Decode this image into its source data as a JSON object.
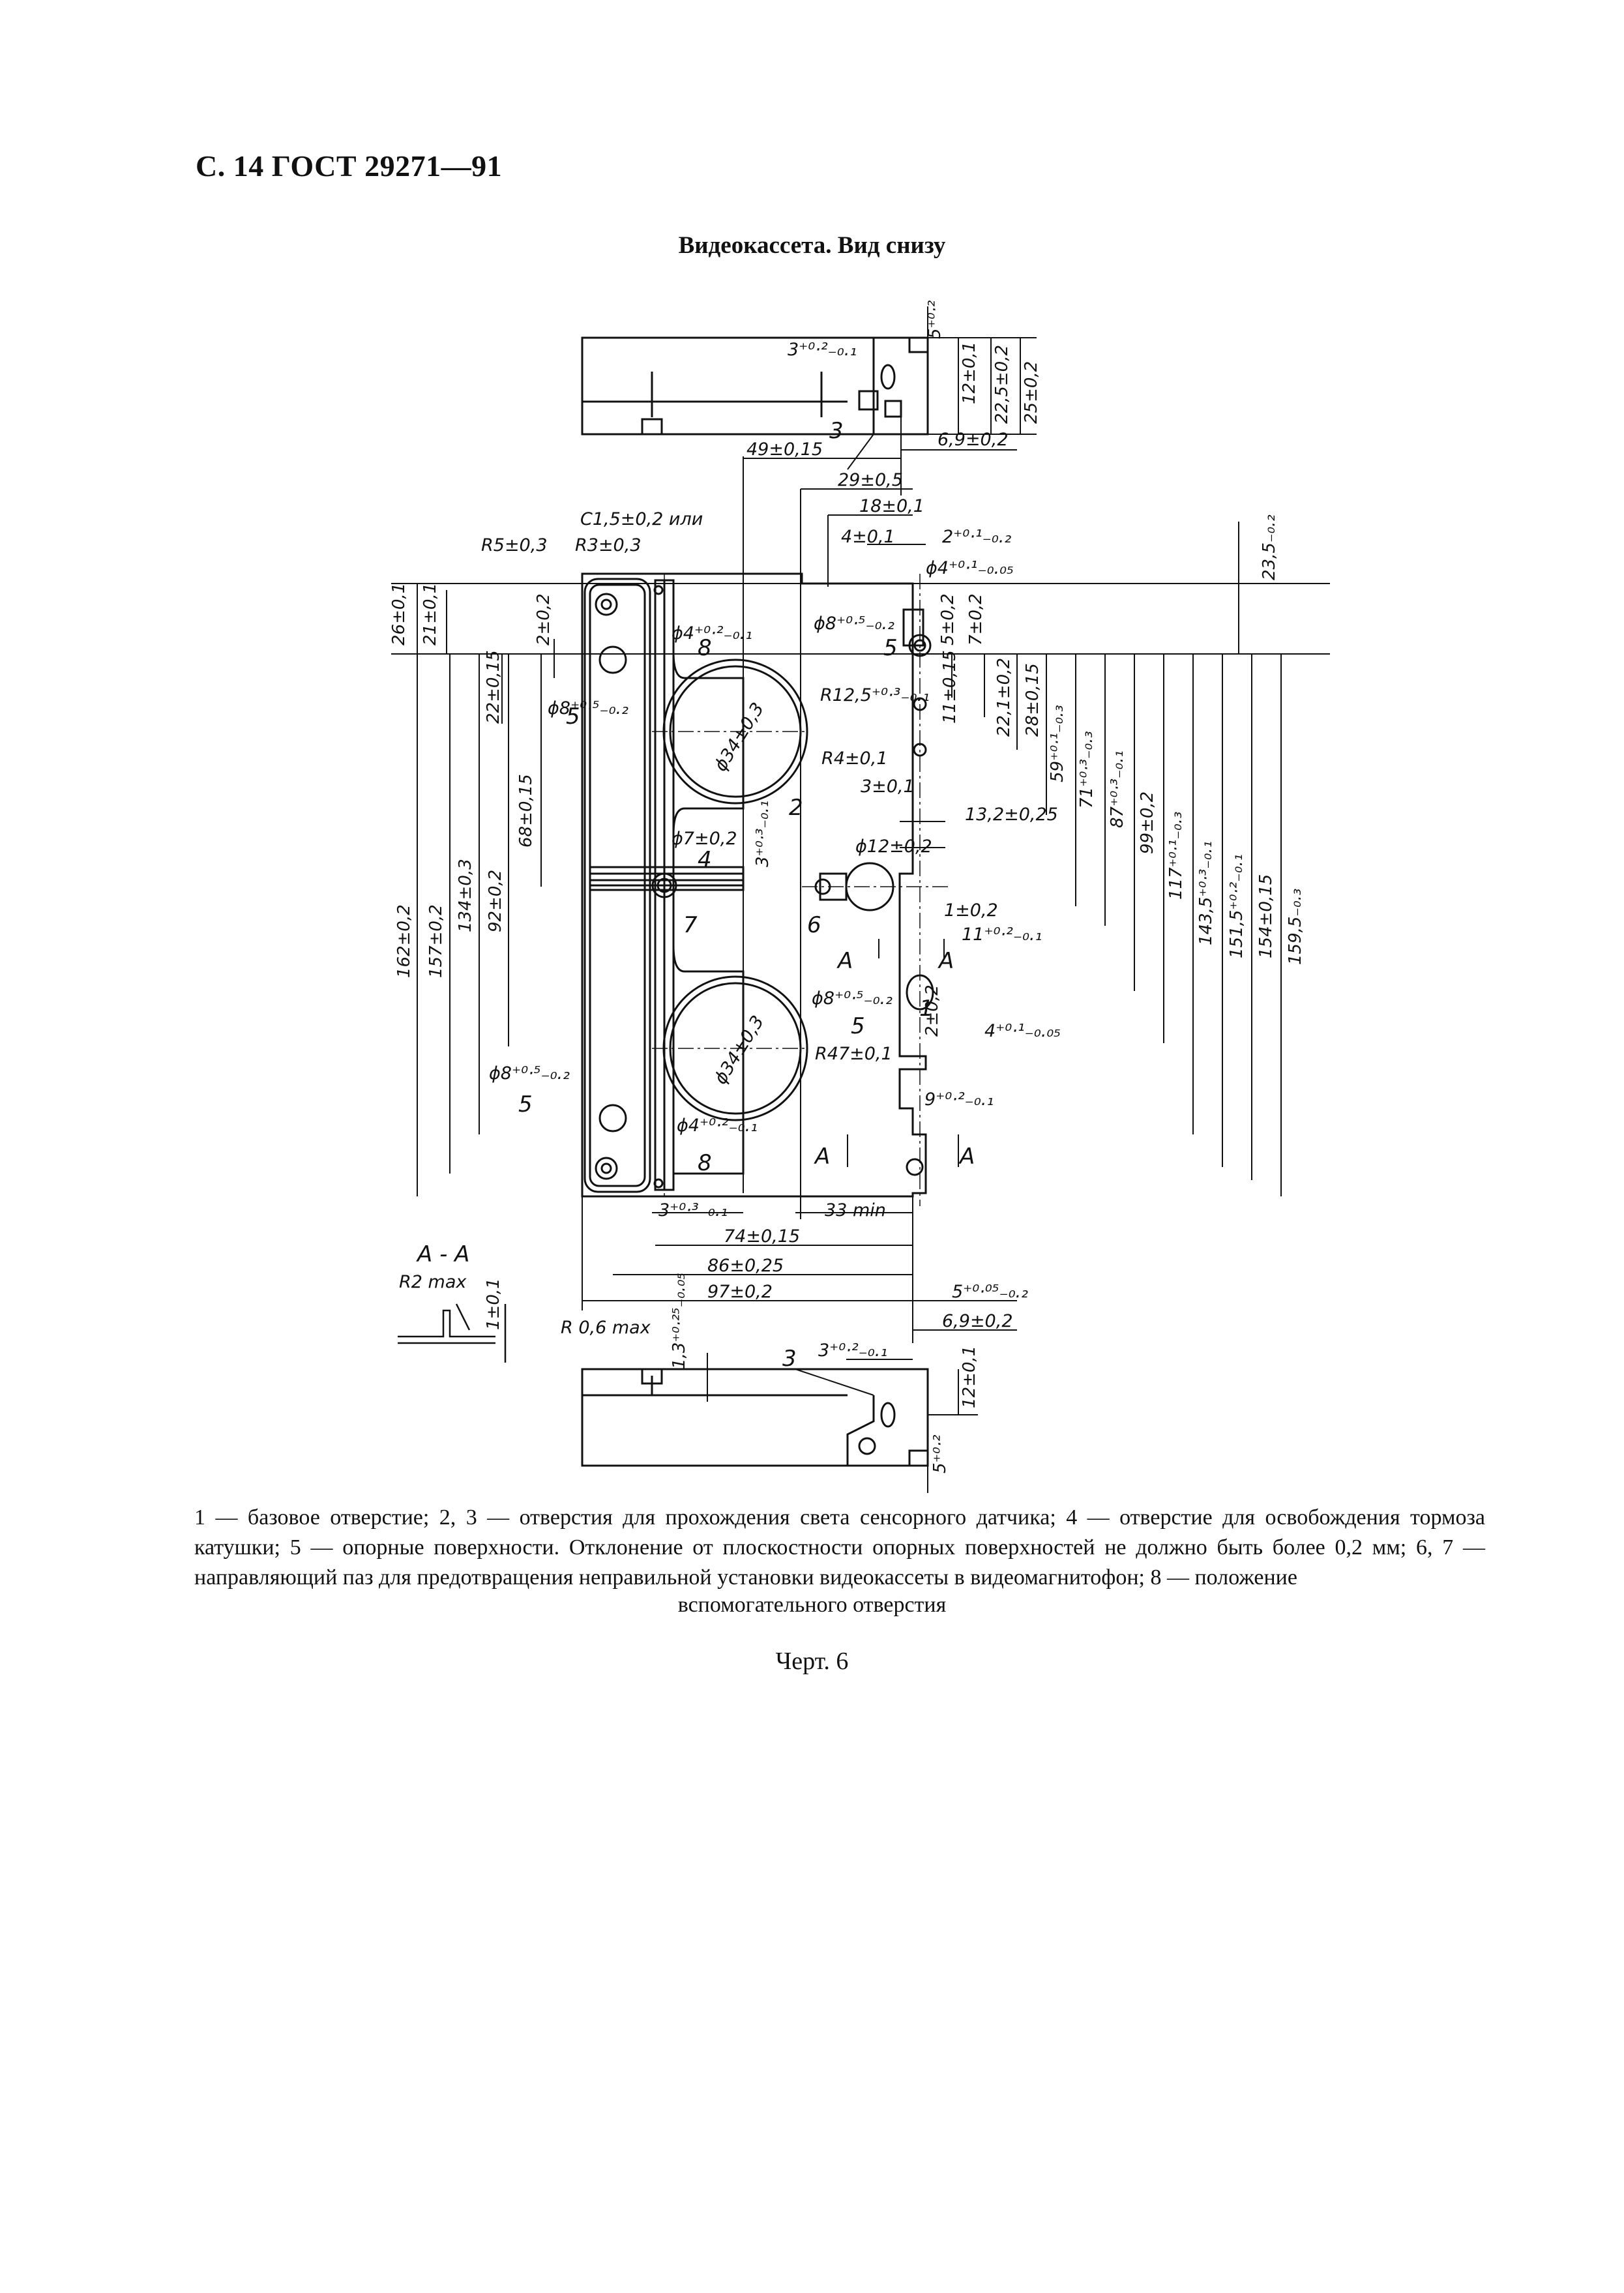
{
  "header": {
    "page_ref": "С. 14 ГОСТ 29271—91"
  },
  "title": "Видеокассета. Вид снизу",
  "drawing": {
    "top_view": {
      "dims": [
        "3⁺⁰·²₋₀.₁",
        "5⁺⁰·²",
        "12±0,1",
        "22,5±0,2",
        "25±0,2",
        "6,9±0,2",
        "49±0,15"
      ],
      "marker": "3"
    },
    "main_view": {
      "top_dims": [
        "29±0,5",
        "18±0,1",
        "4±0,1",
        "2⁺⁰·¹₋₀.₂",
        "ϕ4⁺⁰·¹₋₀.₀₅",
        "23,5₋₀.₂",
        "С1,5±0,2 или",
        "R5±0,3",
        "R3±0,3"
      ],
      "left_dims": [
        "26±0,1",
        "21±0,1",
        "2±0,2",
        "22±0,15",
        "68±0,15",
        "92±0,2",
        "134±0,3",
        "157±0,2",
        "162±0,2"
      ],
      "right_dims": [
        "5±0,2",
        "7±0,2",
        "11±0,15",
        "22,1±0,2",
        "28±0,15",
        "59⁺⁰·¹₋₀.₃",
        "71⁺⁰·³₋₀.₃",
        "87⁺⁰·³₋₀.₁",
        "99±0,2",
        "117⁺⁰·¹₋₀.₃",
        "143,5⁺⁰·³₋₀.₁",
        "151,5⁺⁰·²₋₀.₁",
        "154±0,15",
        "159,5₋₀.₃"
      ],
      "inner_dims": [
        "ϕ8⁺⁰·⁵₋₀.₂",
        "R12,5⁺⁰·³₋₀.₁",
        "R4±0,1",
        "3±0,1",
        "13,2±0,25",
        "ϕ12±0,2",
        "3⁺⁰·³₋₀.₁",
        "1±0,2",
        "11⁺⁰·²₋₀.₁",
        "ϕ7±0,2",
        "ϕ4⁺⁰·²₋₀.₁",
        "ϕ34±0,3",
        "2±0,2",
        "4⁺⁰·¹₋₀.₀₅",
        "R47±0,1",
        "9⁺⁰·²₋₀.₁"
      ],
      "bottom_dims": [
        "3⁺⁰·³₋₀.₁",
        "33 min",
        "74±0,15",
        "86±0,25",
        "97±0,2",
        "5⁺⁰·⁰⁵₋₀.₂",
        "6,9±0,2"
      ],
      "markers": [
        "1",
        "2",
        "3",
        "4",
        "5",
        "6",
        "7",
        "8"
      ],
      "section_letter": "A"
    },
    "section": {
      "label": "A - A",
      "dims": [
        "R2 max",
        "1±0,1"
      ]
    },
    "bottom_view": {
      "dims": [
        "R 0,6 max",
        "1,3⁺⁰·²⁵₋₀.₀₅",
        "3⁺⁰·²₋₀.₁",
        "12±0,1",
        "5⁺⁰·²"
      ],
      "marker": "3"
    }
  },
  "legend": {
    "text": "1 — базовое отверстие; 2, 3 — отверстия для прохождения света сенсорного датчика; 4 — отверстие для освобождения тормоза катушки; 5 — опорные поверхности. Отклонение от плоскостности опорных поверхностей не должно быть более 0,2 мм; 6, 7 — направляющий паз для предотвращения неправильной установки видеокассеты в видеомагнитофон; 8 — положение",
    "last_line": "вспомогательного отверстия"
  },
  "caption": "Черт. 6"
}
